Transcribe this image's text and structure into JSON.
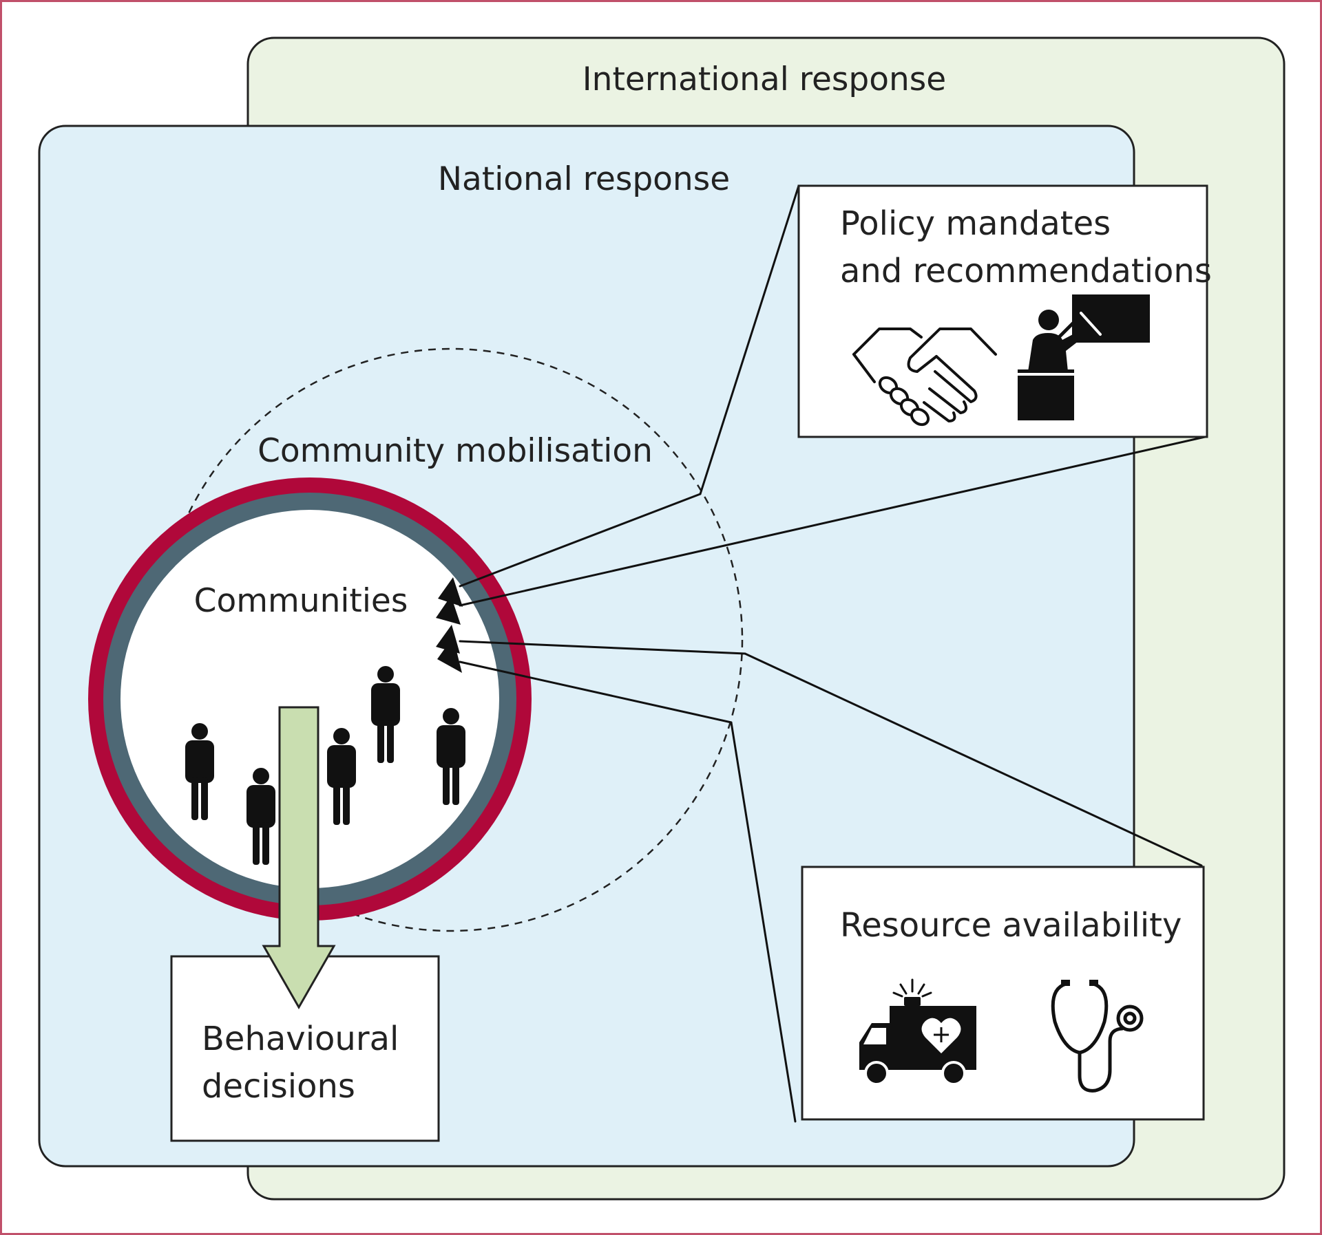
{
  "diagram": {
    "international_label": "International response",
    "national_label": "National response",
    "mobilisation_label": "Community mobilisation",
    "communities_label": "Communities",
    "policy_label_line1": "Policy mandates",
    "policy_label_line2": "and recommendations",
    "resource_label": "Resource availability",
    "behaviour_label_line1": "Behavioural",
    "behaviour_label_line2": "decisions"
  },
  "colors": {
    "frame_border": "#c0506a",
    "international_fill": "#ebf3e3",
    "national_fill": "#dff0f8",
    "ring_outer": "#b0083a",
    "ring_inner": "#4e6875",
    "down_arrow_fill": "#c9deb0",
    "icon_fill": "#111111"
  },
  "icons": {
    "policy": [
      "handshake-icon",
      "teacher-at-board-icon"
    ],
    "resource": [
      "ambulance-icon",
      "stethoscope-icon"
    ],
    "people": "person-icon"
  }
}
